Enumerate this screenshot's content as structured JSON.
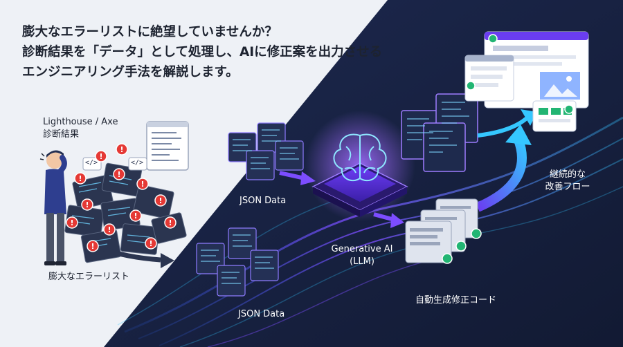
{
  "headline": {
    "line1": "膨大なエラーリストに絶望していませんか？",
    "line2": "診断結果を「データ」として処理し、AIに修正案を出力させる",
    "line3": "エンジニアリング手法を解説します。"
  },
  "labels": {
    "tools_line1": "Lighthouse / Axe",
    "tools_line2": "診断結果",
    "error_list": "膨大なエラーリスト",
    "json_top": "JSON Data",
    "json_bottom": "JSON Data",
    "ai_line1": "Generative AI",
    "ai_line2": "(LLM)",
    "generated_code": "自動生成修正コード",
    "flow_line1": "継続的な",
    "flow_line2": "改善フロー"
  },
  "code_tags": {
    "tag_a": "</>",
    "tag_b": "</>"
  },
  "colors": {
    "light_bg": "#eef1f6",
    "dark_bg": "#17203d",
    "accent_purple": "#7c4dff",
    "accent_cyan": "#35c7ff",
    "error_red": "#e53935",
    "success_green": "#22b573"
  }
}
